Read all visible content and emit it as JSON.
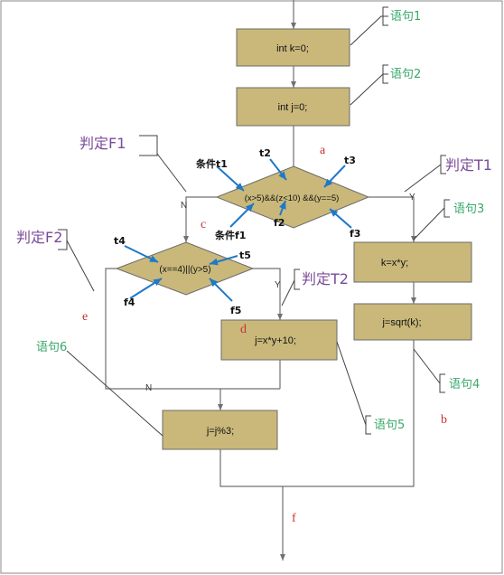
{
  "boxes": {
    "k": "int k=0;",
    "j": "int j=0;",
    "kx": "k=x*y;",
    "sqrt": "j=sqrt(k);",
    "jxy": "j=x*y+10;",
    "jmod": "j=j%3;"
  },
  "decisions": {
    "d1": "(x>5)&&(z<10) &&(y==5)",
    "d2": "(x==4)||(y>5)"
  },
  "statements": {
    "s1": "语句1",
    "s2": "语句2",
    "s3": "语句3",
    "s4": "语句4",
    "s5": "语句5",
    "s6": "语句6"
  },
  "judgements": {
    "f1": "判定F1",
    "t1": "判定T1",
    "f2": "判定F2",
    "t2": "判定T2"
  },
  "path_letters": {
    "a": "a",
    "b": "b",
    "c": "c",
    "d": "d",
    "e": "e",
    "f": "f"
  },
  "conditions": {
    "ct1": "条件t1",
    "cf1": "条件f1",
    "t2": "t2",
    "t3": "t3",
    "f2": "f2",
    "f3": "f3",
    "t4": "t4",
    "t5": "t5",
    "f4": "f4",
    "f5": "f5"
  },
  "branch_labels": {
    "y1": "Y",
    "n1": "N",
    "y2": "Y",
    "n2": "N"
  },
  "colors": {
    "box_fill": "#c9b87a",
    "arrow_blue": "#1f78c8",
    "statement_green": "#3aa86b",
    "judgement_purple": "#7a4b9a",
    "letter_red": "#c83232"
  }
}
